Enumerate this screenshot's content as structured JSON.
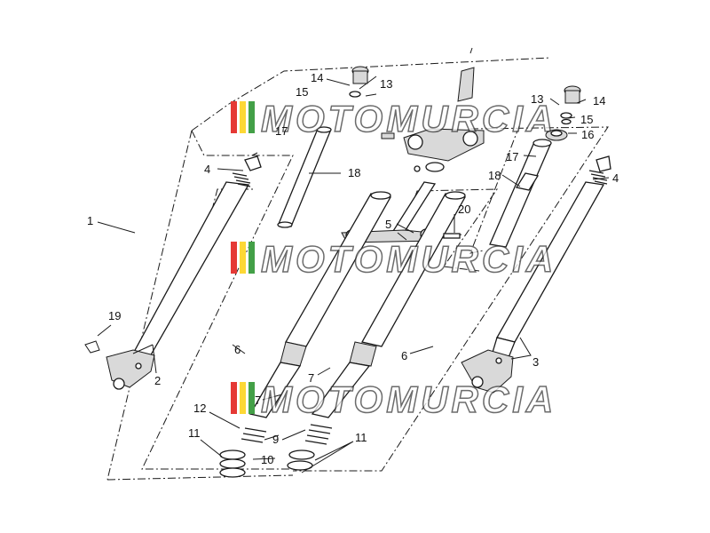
{
  "callouts": {
    "c1": "1",
    "c2": "2",
    "c3": "3",
    "c4a": "4",
    "c4b": "4",
    "c5": "5",
    "c6a": "6",
    "c6b": "6",
    "c7a": "7",
    "c7b": "7",
    "c9": "9",
    "c10": "10",
    "c11a": "11",
    "c11b": "11",
    "c12": "12",
    "c13a": "13",
    "c13b": "13",
    "c14a": "14",
    "c14b": "14",
    "c15a": "15",
    "c15b": "15",
    "c16": "16",
    "c17a": "17",
    "c17b": "17",
    "c18a": "18",
    "c18b": "18",
    "c19": "19",
    "c20": "20"
  },
  "watermark": {
    "text": "MOTOMURCIA",
    "colors": [
      "#e53935",
      "#fdd835",
      "#43a047"
    ]
  }
}
